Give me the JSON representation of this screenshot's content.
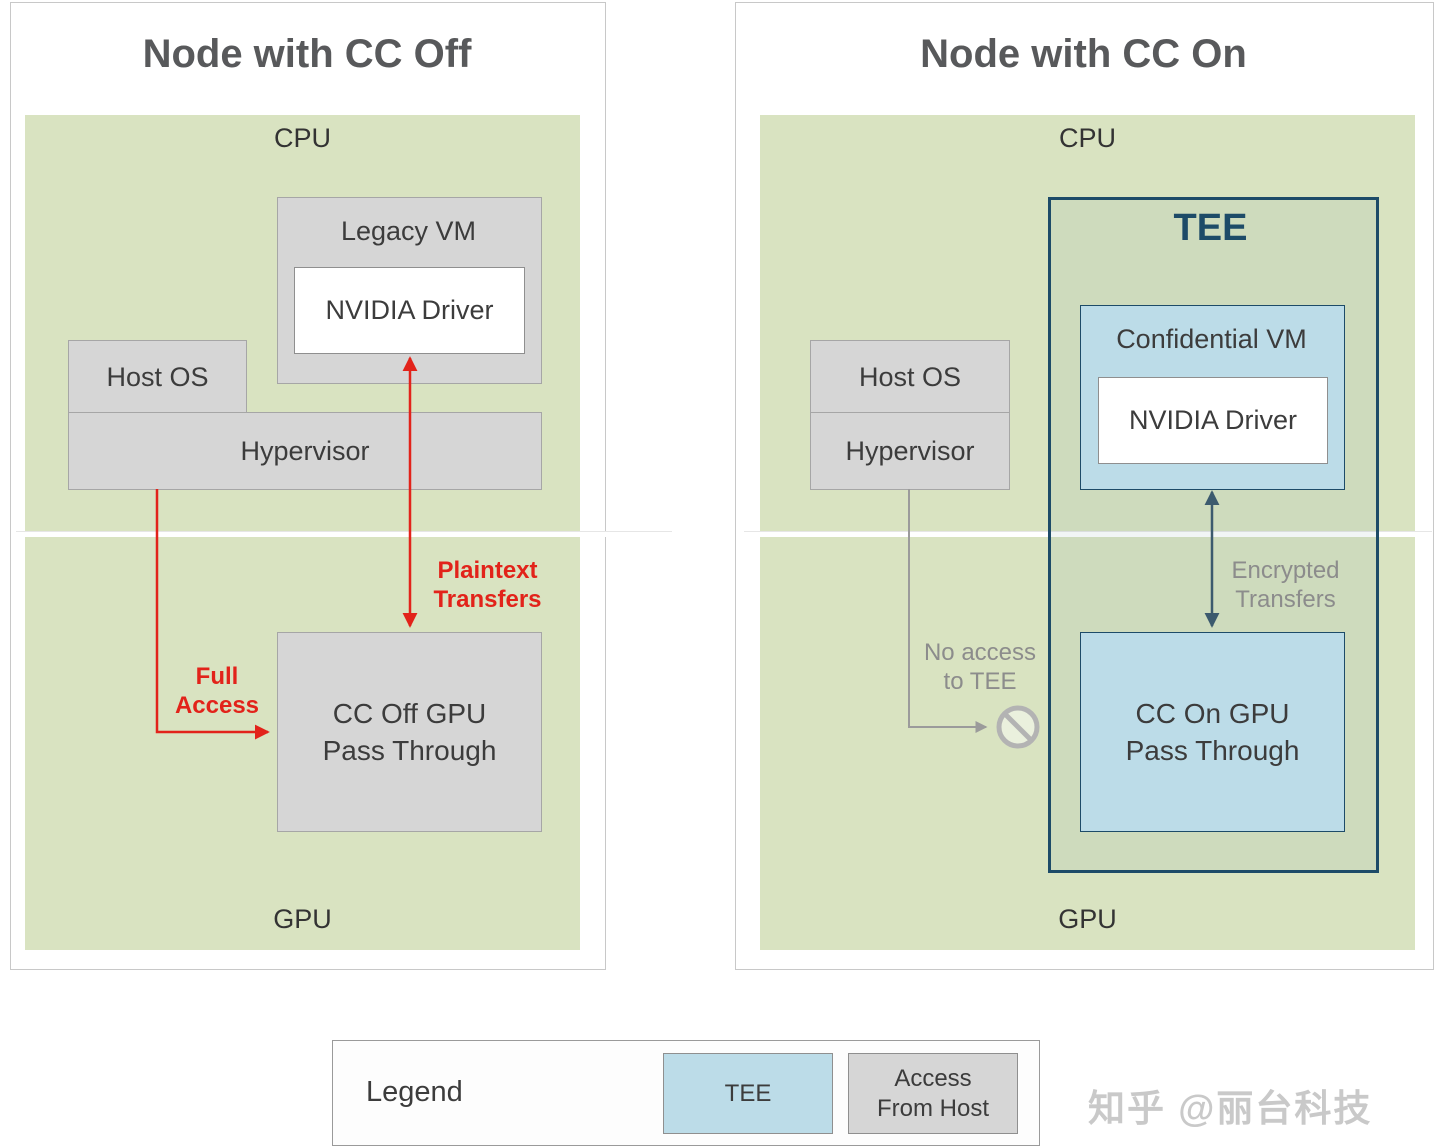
{
  "colors": {
    "green": "#d9e3c1",
    "gray_box": "#d6d6d6",
    "panel_border": "#c8c8c8",
    "blue_box": "#bcdce8",
    "navy": "#1d4b68",
    "red": "#e2231a",
    "slate_arrow": "#3c5a6e",
    "gray_arrow": "#9b9b9b",
    "text_dark": "#3c3c3c",
    "text_title": "#58595b",
    "text_gray": "#8c8c8c",
    "watermark": "#c9c9c9"
  },
  "left_panel": {
    "title": "Node with CC Off",
    "cpu": "CPU",
    "gpu": "GPU",
    "legacy_vm": "Legacy VM",
    "nvidia_driver": "NVIDIA Driver",
    "host_os": "Host OS",
    "hypervisor": "Hypervisor",
    "gpu_passthrough": "CC Off GPU\nPass Through",
    "plaintext": "Plaintext\nTransfers",
    "full_access": "Full\nAccess"
  },
  "right_panel": {
    "title": "Node with CC On",
    "cpu": "CPU",
    "gpu": "GPU",
    "tee": "TEE",
    "confidential_vm": "Confidential VM",
    "nvidia_driver": "NVIDIA Driver",
    "host_os": "Host OS",
    "hypervisor": "Hypervisor",
    "gpu_passthrough": "CC On GPU\nPass Through",
    "encrypted": "Encrypted\nTransfers",
    "no_access": "No access\nto TEE"
  },
  "legend": {
    "title": "Legend",
    "tee_label": "TEE",
    "access_label": "Access\nFrom Host"
  },
  "watermark": "知乎 @丽台科技"
}
